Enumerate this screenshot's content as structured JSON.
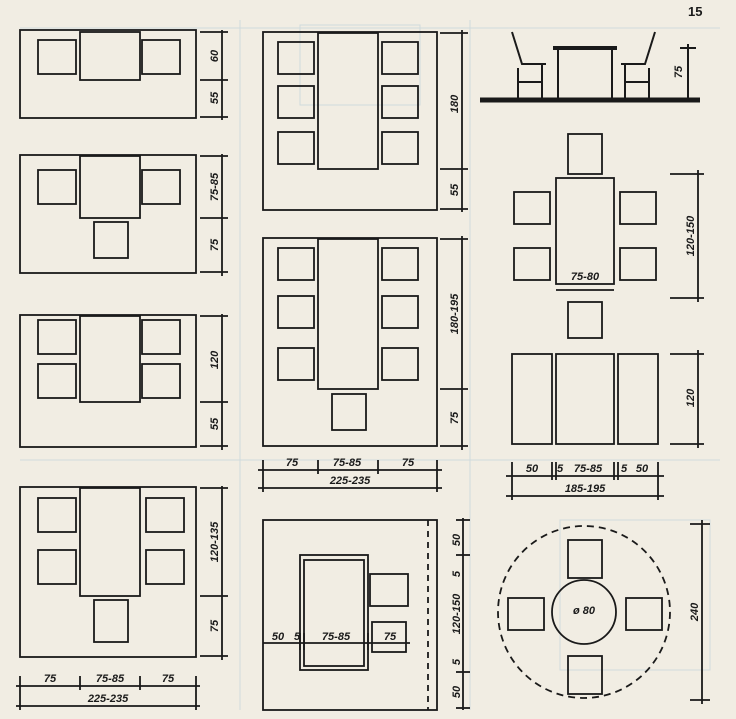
{
  "page_number": "15",
  "colors": {
    "paper": "#f1ede3",
    "ink": "#1a1a1a",
    "ghost": "#c9d6db"
  },
  "dims": {
    "a_60": "60",
    "a_55": "55",
    "b_7585": "75-85",
    "b_75": "75",
    "c_120": "120",
    "c_55": "55",
    "d_120135": "120-135",
    "d_75": "75",
    "e_180": "180",
    "e_55": "55",
    "f_180195": "180-195",
    "f_75": "75",
    "w_l75": "75",
    "w_m": "75-85",
    "w_r75": "75",
    "w_tot": "225-235",
    "bl_l75": "75",
    "bl_m": "75-85",
    "bl_r75": "75",
    "bl_tot": "225-235",
    "el_h75": "75",
    "r4_h": "120-150",
    "r4_w": "75-80",
    "bn_h": "120",
    "bn_50a": "50",
    "bn_5a": "5",
    "bn_m": "75-85",
    "bn_5b": "5",
    "bn_50b": "50",
    "bn_tot": "185-195",
    "bc_50": "50",
    "bc_5": "5",
    "bc_m": "75-85",
    "bc_75": "75",
    "v_50a": "50",
    "v_5a": "5",
    "v_m": "120-150",
    "v_5b": "5",
    "v_50b": "50",
    "rd_dia": "ø 80",
    "rd_240": "240"
  }
}
